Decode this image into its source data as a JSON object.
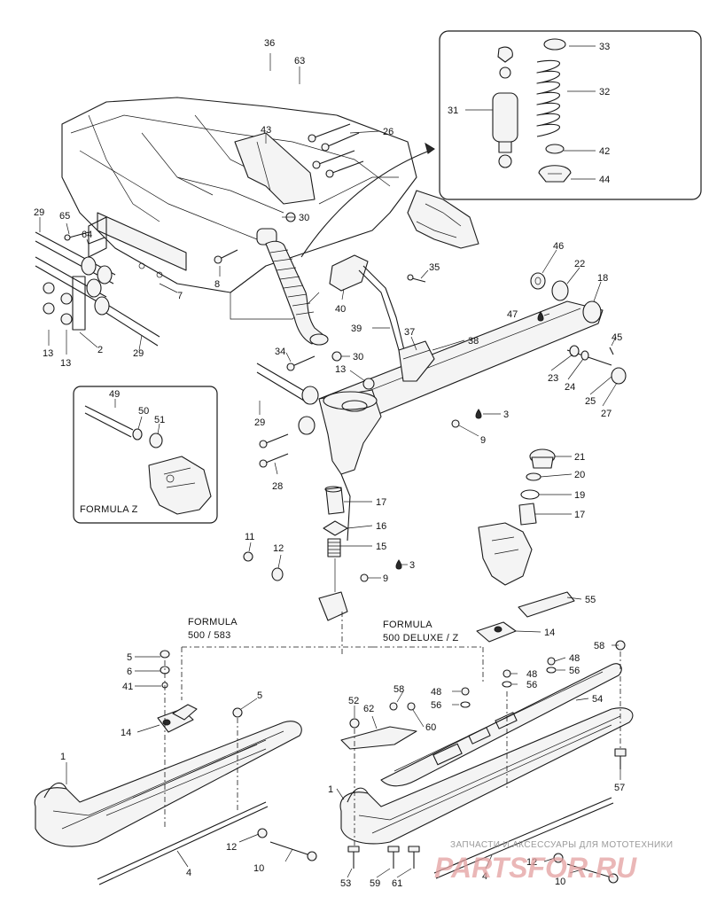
{
  "diagram": {
    "callouts": {
      "c1": "36",
      "c2": "63",
      "c3": "33",
      "c4": "32",
      "c5": "31",
      "c6": "42",
      "c7": "44",
      "c8": "43",
      "c9": "26",
      "c10": "29",
      "c11": "65",
      "c12": "64",
      "c13": "30",
      "c14": "8",
      "c15": "7",
      "c16": "35",
      "c17": "46",
      "c18": "22",
      "c19": "18",
      "c20": "47",
      "c21": "40",
      "c22": "39",
      "c23": "37",
      "c24": "38",
      "c25": "45",
      "c26": "13",
      "c27": "13",
      "c28": "2",
      "c29": "29",
      "c30": "34",
      "c31": "30",
      "c32": "13",
      "c33": "23",
      "c34": "24",
      "c35": "25",
      "c36": "27",
      "c37": "49",
      "c38": "50",
      "c39": "51",
      "c40": "3",
      "c41": "9",
      "c42": "29",
      "c43": "28",
      "c44": "21",
      "c45": "20",
      "c46": "19",
      "c47": "17",
      "c48": "17",
      "c49": "16",
      "c50": "15",
      "c51": "11",
      "c52": "12",
      "c53": "3",
      "c54": "9",
      "c55": "55",
      "c56": "14",
      "c57": "5",
      "c58": "6",
      "c59": "41",
      "c60": "5",
      "c61": "14",
      "c62": "1",
      "c63": "12",
      "c64": "10",
      "c65": "4",
      "c66": "58",
      "c67": "48",
      "c68": "56",
      "c69": "48",
      "c70": "56",
      "c71": "58",
      "c72": "48",
      "c73": "56",
      "c74": "52",
      "c75": "62",
      "c76": "60",
      "c77": "54",
      "c78": "57",
      "c79": "1",
      "c80": "53",
      "c81": "59",
      "c82": "61",
      "c83": "4",
      "c84": "12",
      "c85": "10"
    },
    "labels": {
      "formula_z": "FORMULA  Z",
      "formula_500_583_line1": "FORMULA",
      "formula_500_583_line2": "500 / 583",
      "formula_deluxe_line1": "FORMULA",
      "formula_deluxe_line2": "500 DELUXE / Z"
    },
    "watermark": {
      "caption": "ЗАПЧАСТИ И АКСЕССУАРЫ ДЛЯ МОТОТЕХНИКИ",
      "logo": "PARTSFOR.RU"
    }
  }
}
